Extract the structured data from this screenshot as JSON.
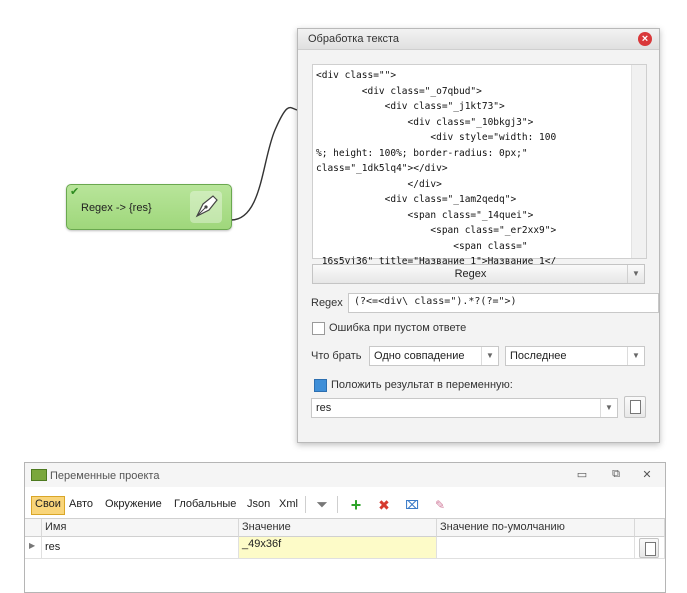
{
  "node": {
    "label": "Regex -> {res}"
  },
  "panel": {
    "title": "Обработка текста",
    "code_text": "<div class=\"\">\n        <div class=\"_o7qbud\">\n            <div class=\"_j1kt73\">\n                <div class=\"_10bkgj3\">\n                    <div style=\"width: 100\n%; height: 100%; border-radius: 0px;\"\nclass=\"_1dk5lq4\"></div>\n                </div>\n            <div class=\"_1am2qedq\">\n                <span class=\"_14quei\">\n                    <span class=\"_er2xx9\">\n                        <span class=\"\n 16s5yj36\" title=\"Название 1\">Название 1</",
    "mode": "Regex",
    "regex_label": "Regex",
    "regex_value": "(?<=<div\\ class=\").*?(?=\">)",
    "empty_error_label": "Ошибка при пустом ответе",
    "what_take_label": "Что брать",
    "what_take_value": "Одно совпадение",
    "which_value": "Последнее",
    "save_to_var_label": "Положить результат в переменную:",
    "var_value": "res"
  },
  "vars": {
    "title": "Переменные проекта",
    "tabs": [
      "Свои",
      "Авто",
      "Окружение",
      "Глобальные",
      "Json",
      "Xml"
    ],
    "columns": [
      "Имя",
      "Значение",
      "Значение по-умолчанию"
    ],
    "rows": [
      {
        "name": "res",
        "value": "_49x36f",
        "default": ""
      }
    ]
  },
  "colors": {
    "node_green": "#a8dc86",
    "active_tab": "#f9d57a",
    "value_cell": "#fdfbc8",
    "close_red": "#d9383a"
  }
}
